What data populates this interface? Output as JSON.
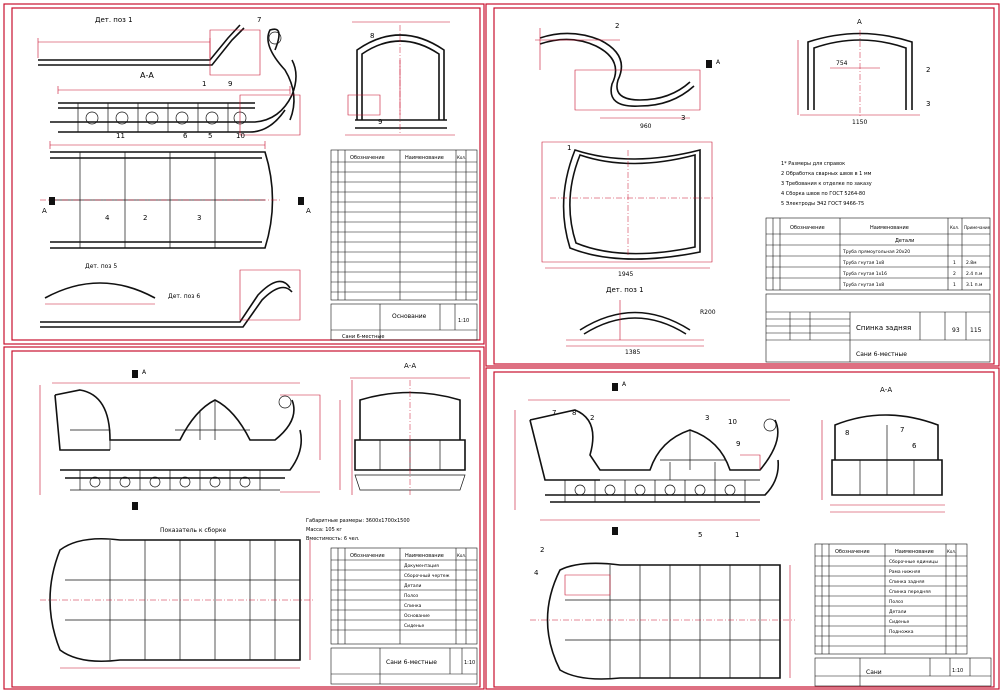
{
  "sheet1": {
    "view_title": "Дет. поз 1",
    "section": "А-А",
    "view_title_2": "Дет. поз 5",
    "view_title_3": "Дет. поз 6",
    "callouts": [
      "7",
      "8",
      "1",
      "9",
      "11",
      "6",
      "5",
      "10",
      "4",
      "2",
      "3",
      "9"
    ],
    "view_marks": [
      "А",
      "А"
    ],
    "title_block": {
      "name": "Основание",
      "sheet": "1:10"
    },
    "spec_header": [
      "Обозначение",
      "Наименование",
      "Кол."
    ],
    "caption": "Сани 6-местные"
  },
  "sheet2": {
    "callouts": [
      "2",
      "3",
      "1"
    ],
    "view_mark": "А",
    "detail_title": "Дет. поз 1",
    "dims": [
      "1945",
      "1150",
      "754",
      "1385",
      "R200",
      "960"
    ],
    "notes": [
      "1* Размеры для справок",
      "2 Обработка сварных швов в 1 мм",
      "3 Требования к отделке по заказу",
      "4 Сборка швов по ГОСТ 5264-80",
      "5 Электроды Э42 ГОСТ 9466-75"
    ],
    "spec_header": [
      "Обозначение",
      "Наименование",
      "Кол.",
      "Примечание"
    ],
    "spec_rows": [
      {
        "name": "Детали",
        "qty": "",
        "note": ""
      },
      {
        "name": "Труба прямоугольная 20х20",
        "qty": "",
        "note": ""
      },
      {
        "name": "Труба гнутая 1х8",
        "qty": "1",
        "note": "2.8м"
      },
      {
        "name": "Труба гнутая 1х16",
        "qty": "2",
        "note": "2.4 п.м"
      },
      {
        "name": "Труба гнутая 1х8",
        "qty": "1",
        "note": "3.1 п.м"
      }
    ],
    "title_block": {
      "name": "Спинка задняя",
      "sheet": "93",
      "sheets": "115"
    },
    "caption": "Сани 6-местные"
  },
  "sheet3": {
    "section": "А-А",
    "view_mark": "А",
    "plan_title": "Показатель к сборке",
    "notes": [
      "Габаритные размеры: 3600х1700х1500",
      "Масса: 105 кг",
      "Вместимость: 6 чел."
    ],
    "spec_header": [
      "Обозначение",
      "Наименование",
      "Кол."
    ],
    "spec_rows": [
      "Документация",
      "Сборочный чертеж",
      "Детали",
      "Полоз",
      "Спинка",
      "Основание",
      "Сиденье"
    ],
    "title_block": {
      "name": "Сани 6-местные",
      "sheet": "1:10"
    }
  },
  "sheet4": {
    "section": "А-А",
    "view_mark": "А",
    "callouts": [
      "7",
      "8",
      "2",
      "3",
      "10",
      "9",
      "5",
      "1",
      "8",
      "7",
      "6",
      "2",
      "4"
    ],
    "spec_header": [
      "Обозначение",
      "Наименование",
      "Кол."
    ],
    "spec_rows": [
      "Сборочные единицы",
      "Рама нижняя",
      "Спинка задняя",
      "Спинка передняя",
      "Полоз",
      "Детали",
      "Сиденье",
      "Подножка"
    ],
    "title_block": {
      "name": "Сани",
      "sheet": "1:10"
    }
  },
  "colors": {
    "frame": "#c8102e",
    "lines": "#111111",
    "background": "#ffffff"
  }
}
